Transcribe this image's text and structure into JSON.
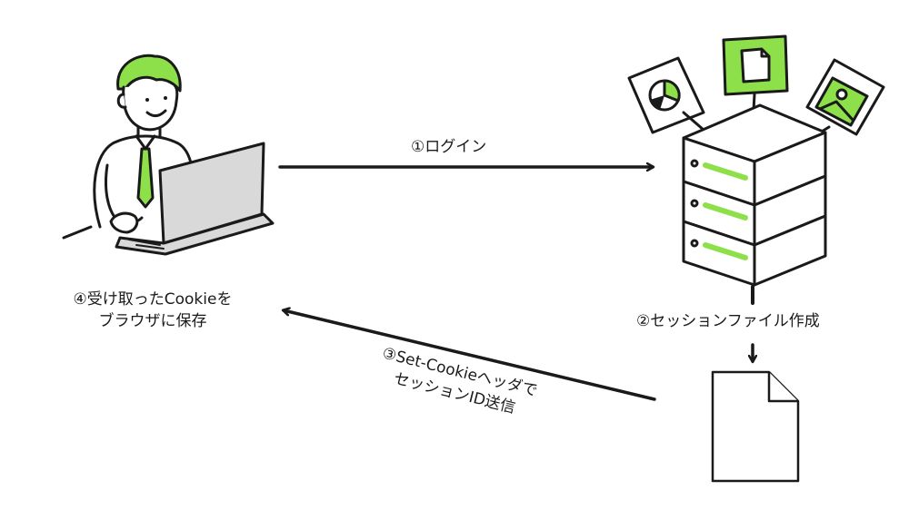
{
  "steps": {
    "login": "①ログイン",
    "create_session_file": "②セッションファイル作成",
    "send_cookie_line1": "③Set-Cookieヘッダで",
    "send_cookie_line2": "セッションID送信",
    "save_cookie_line1": "④受け取ったCookieを",
    "save_cookie_line2": "ブラウザに保存"
  },
  "icons": {
    "user": "person-with-laptop-icon",
    "server": "server-stack-icon",
    "session_file": "document-icon",
    "chart_doc": "pie-chart-document-icon",
    "plain_doc": "document-icon",
    "image_doc": "image-document-icon"
  },
  "colors": {
    "accent": "#8ee04a",
    "stroke": "#1a1a1a",
    "laptop": "#d9d9d9"
  }
}
